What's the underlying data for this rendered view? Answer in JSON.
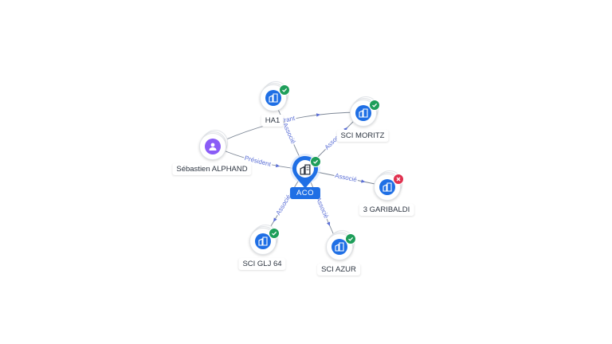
{
  "colors": {
    "accent": "#1f6fe5",
    "person": "#8a5cf6",
    "ok": "#1e9e5a",
    "error": "#e0314f",
    "edge": "#7d8796",
    "edge_label": "#5b6fd6"
  },
  "center": {
    "id": "aco",
    "label": "ACO",
    "icon": "company-building-icon",
    "status": "active-check-icon"
  },
  "nodes": [
    {
      "id": "ha1",
      "label": "HA1",
      "kind": "company",
      "icon": "company-building-icon",
      "status": "ok"
    },
    {
      "id": "sci-moritz",
      "label": "SCI MORITZ",
      "kind": "company",
      "icon": "company-building-icon",
      "status": "ok"
    },
    {
      "id": "sebastien",
      "label": "Sébastien ALPHAND",
      "kind": "person",
      "icon": "person-icon",
      "status": "none"
    },
    {
      "id": "3-garibaldi",
      "label": "3 GARIBALDI",
      "kind": "company",
      "icon": "company-building-icon",
      "status": "error"
    },
    {
      "id": "sci-glj-64",
      "label": "SCI GLJ 64",
      "kind": "company",
      "icon": "company-building-icon",
      "status": "ok"
    },
    {
      "id": "sci-azur",
      "label": "SCI AZUR",
      "kind": "company",
      "icon": "company-building-icon",
      "status": "ok"
    }
  ],
  "edges": [
    {
      "id": "e1",
      "source": "sebastien",
      "target": "aco",
      "label": "Président"
    },
    {
      "id": "e2",
      "source": "sebastien",
      "target": "sci-moritz",
      "label": "Gérant"
    },
    {
      "id": "e3",
      "source": "aco",
      "target": "ha1",
      "label": "Associé"
    },
    {
      "id": "e4",
      "source": "aco",
      "target": "sci-moritz",
      "label": "Associé"
    },
    {
      "id": "e5",
      "source": "aco",
      "target": "3-garibaldi",
      "label": "Associé"
    },
    {
      "id": "e6",
      "source": "aco",
      "target": "sci-glj-64",
      "label": "Associé"
    },
    {
      "id": "e7",
      "source": "aco",
      "target": "sci-azur",
      "label": "Associé"
    }
  ]
}
